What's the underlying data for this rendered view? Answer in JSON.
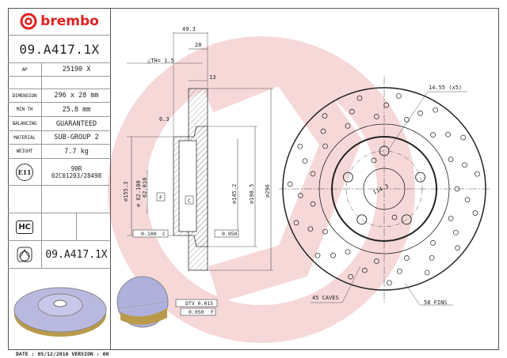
{
  "brand": "brembo",
  "part_number": "09.A417.1X",
  "specs": [
    {
      "label": "AP",
      "value": "25190 X"
    },
    {
      "label": "DIMENSION",
      "value": "296 x 28 mm"
    },
    {
      "label": "MIN TH",
      "value": "25.8 mm"
    },
    {
      "label": "BALANCING",
      "value": "GUARANTEED"
    },
    {
      "label": "MATERIAL",
      "value": "SUB-GROUP 2"
    },
    {
      "label": "WEIGHT",
      "value": "7.7 kg"
    }
  ],
  "approval": {
    "mark": "E11",
    "line1": "90R",
    "line2": "02C01203/28498"
  },
  "hc_badge": "HC",
  "footer_part_number": "09.A417.1X",
  "date_line": "DATE : 05/12/2016 VERSION : 00",
  "dimensions": {
    "overall_height": "49.3",
    "thickness": "28",
    "delta_th": "△TH= 1.5",
    "hat": "13",
    "offset": "6.3",
    "d_outer": "⌀296",
    "d_190": "⌀190.5",
    "d_145": "⌀145.2",
    "d_155": "⌀155.3",
    "bore_max": "⌀ 62.100",
    "bore_min": "62.010",
    "datum_f": "F",
    "datum_c": "C",
    "tol_parallel": "0.100",
    "tol_parallel_ref": "C",
    "tol_flat": "0.050",
    "dtv": "DTV 0.015",
    "runout": "0.050",
    "runout_ref": "F",
    "pcd": "114.3",
    "bolt_holes": "14.55 (x5)",
    "caves": "45 CAVES",
    "fins": "58 FINS"
  }
}
